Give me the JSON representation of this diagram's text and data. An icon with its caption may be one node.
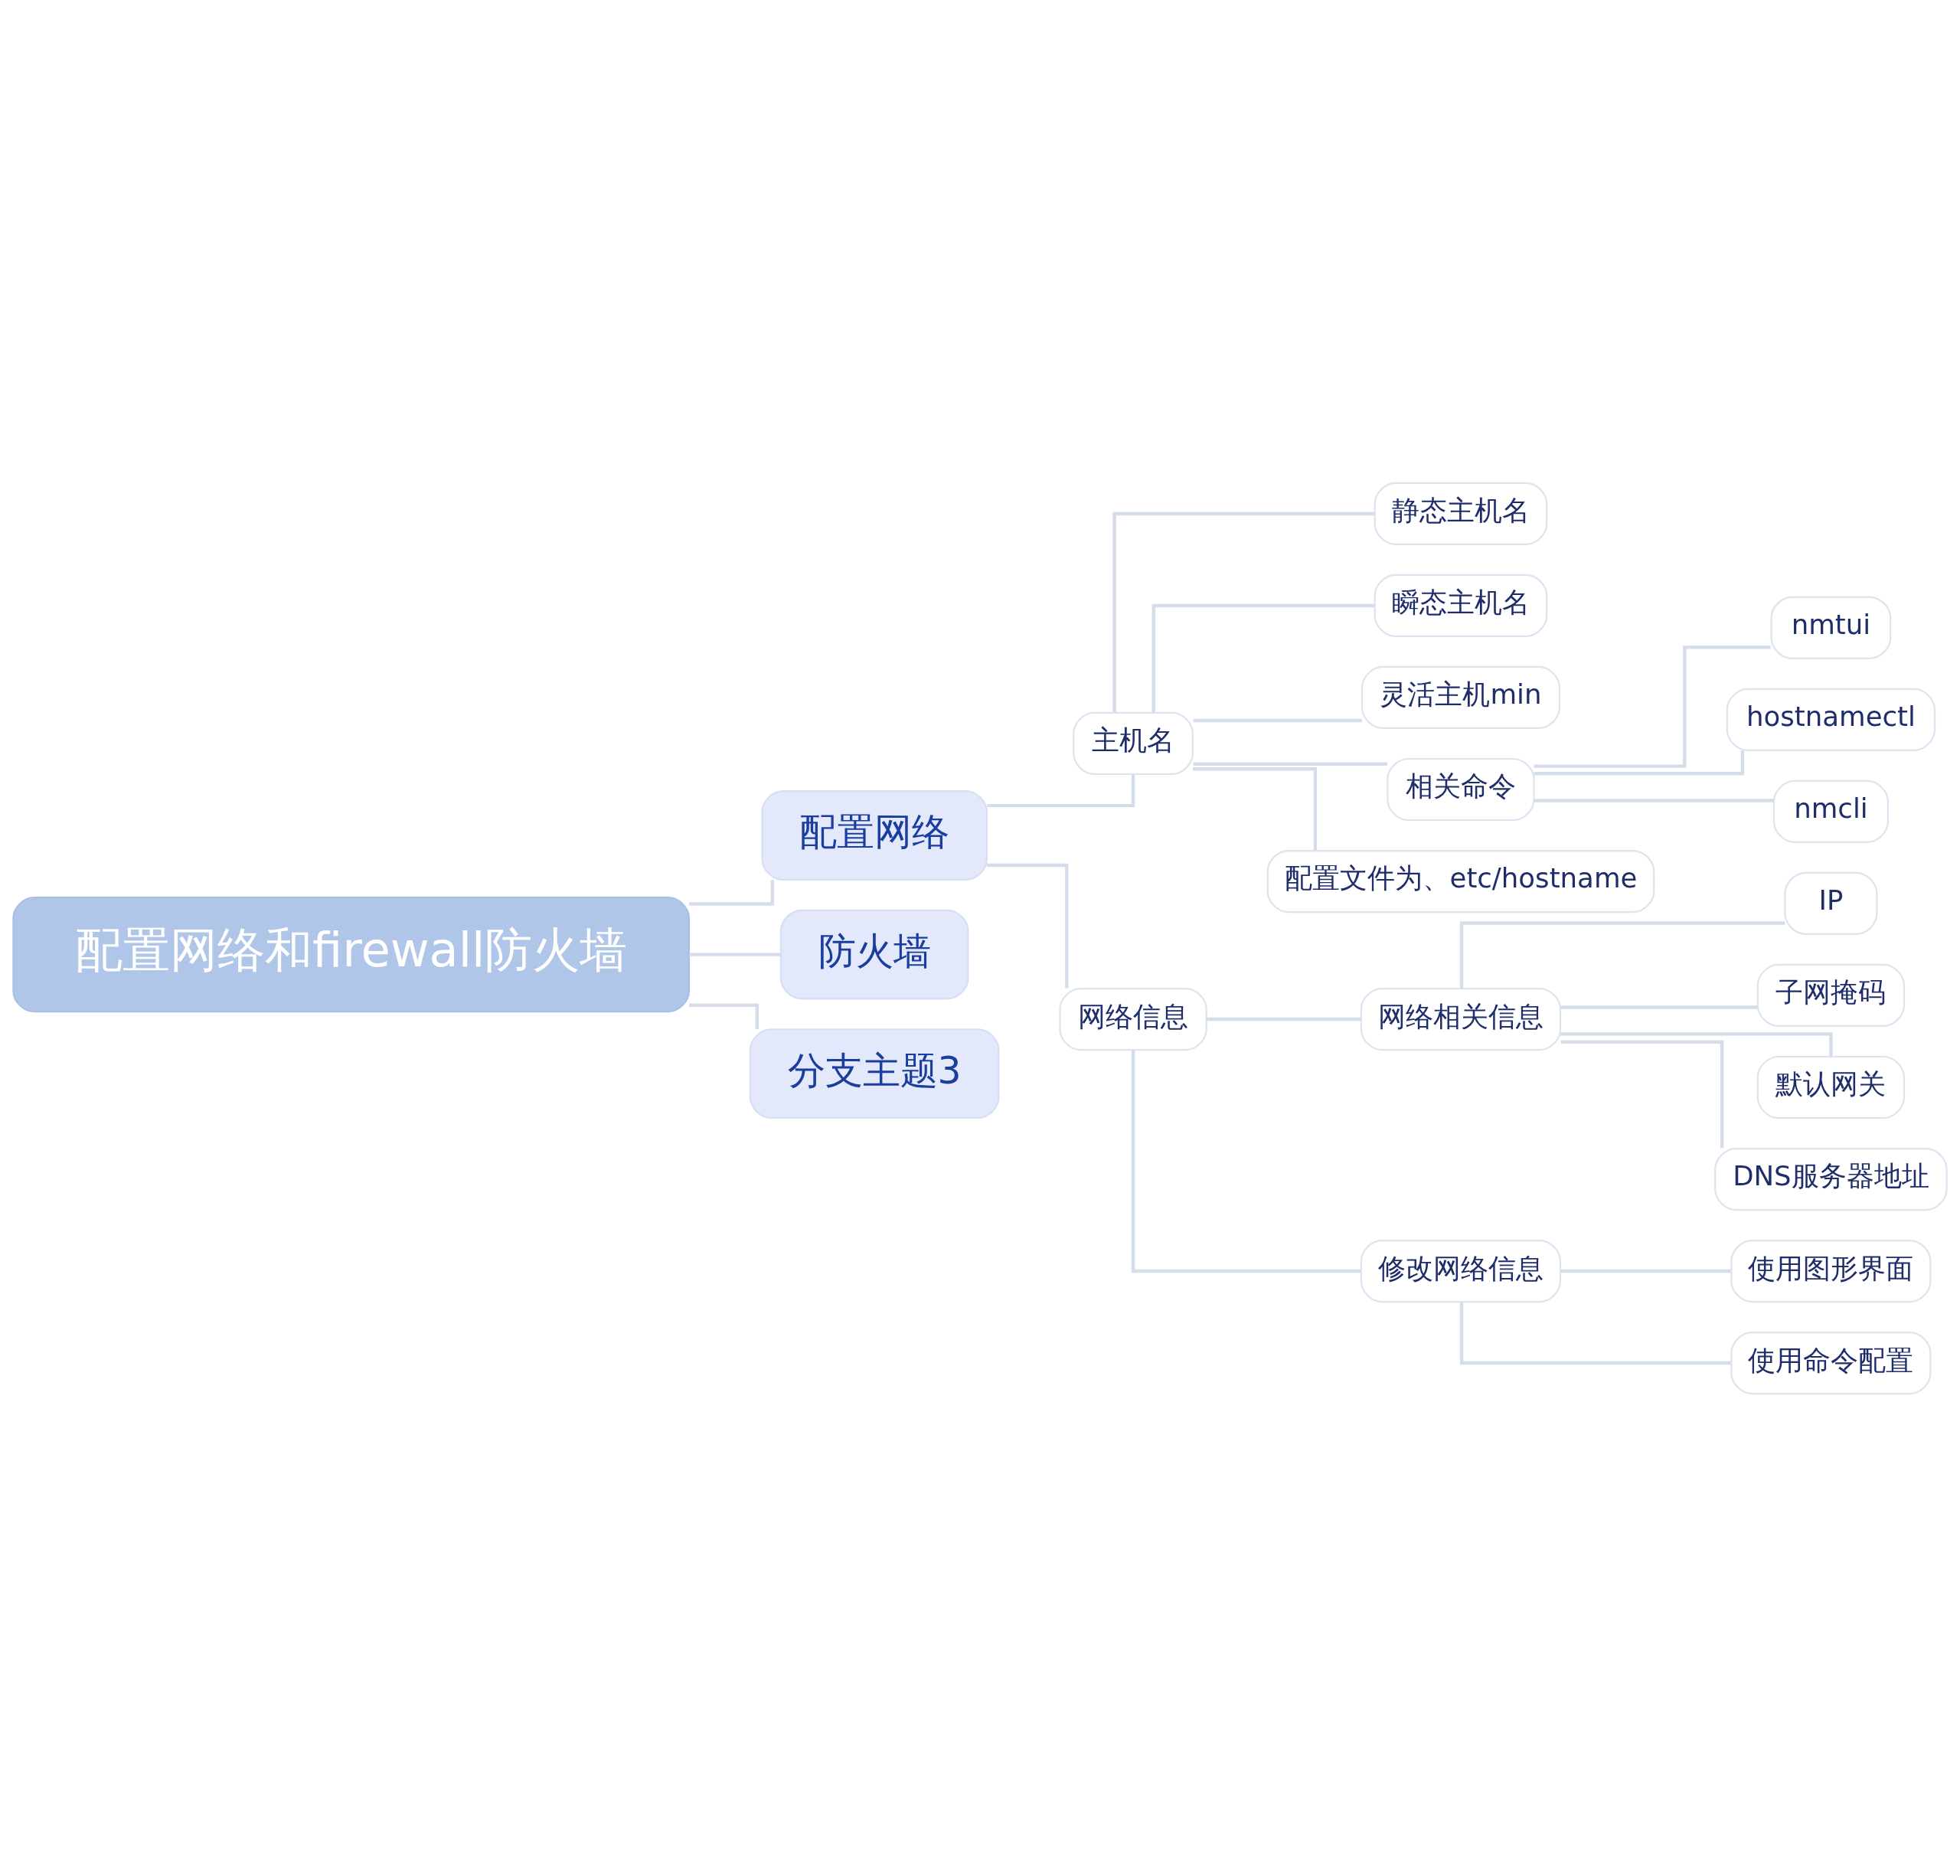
{
  "diagram": {
    "nodes": [
      {
        "text": [
          "配置网络和firewall防火墙"
        ]
      },
      {
        "text": [
          "配置网络"
        ]
      },
      {
        "text": [
          "主机名"
        ]
      },
      {
        "text": [
          "静态主机名"
        ]
      },
      {
        "text": [
          "瞬态主机名"
        ]
      },
      {
        "text": [
          "灵活主机min"
        ]
      },
      {
        "text": [
          "相关命令"
        ]
      },
      {
        "text": [
          "nmtui"
        ]
      },
      {
        "text": [
          "hostnamectl"
        ]
      },
      {
        "text": [
          "nmcli"
        ]
      },
      {
        "text": [
          "配置文件为、etc/hostname"
        ]
      },
      {
        "text": [
          "网络信息"
        ]
      },
      {
        "text": [
          "网络相关信息"
        ]
      },
      {
        "text": [
          "IP"
        ]
      },
      {
        "text": [
          "子网掩码"
        ]
      },
      {
        "text": [
          "默认网关"
        ]
      },
      {
        "text": [
          "DNS服务器地址"
        ]
      },
      {
        "text": [
          "修改网络信息"
        ]
      },
      {
        "text": [
          "使用图形界面"
        ]
      },
      {
        "text": [
          "使用命令配置"
        ]
      },
      {
        "text": [
          "防火墙"
        ]
      },
      {
        "text": [
          "分支主题3"
        ]
      }
    ],
    "edges": [
      {
        "from": 0,
        "to": 1,
        "arrow": "none"
      },
      {
        "from": 1,
        "to": 2,
        "arrow": "none"
      },
      {
        "from": 2,
        "to": 3,
        "arrow": "none"
      },
      {
        "from": 2,
        "to": 4,
        "arrow": "none"
      },
      {
        "from": 2,
        "to": 5,
        "arrow": "none"
      },
      {
        "from": 2,
        "to": 6,
        "arrow": "none"
      },
      {
        "from": 6,
        "to": 7,
        "arrow": "none"
      },
      {
        "from": 6,
        "to": 8,
        "arrow": "none"
      },
      {
        "from": 6,
        "to": 9,
        "arrow": "none"
      },
      {
        "from": 2,
        "to": 10,
        "arrow": "none"
      },
      {
        "from": 1,
        "to": 11,
        "arrow": "none"
      },
      {
        "from": 11,
        "to": 12,
        "arrow": "none"
      },
      {
        "from": 12,
        "to": 13,
        "arrow": "none"
      },
      {
        "from": 12,
        "to": 14,
        "arrow": "none"
      },
      {
        "from": 12,
        "to": 15,
        "arrow": "none"
      },
      {
        "from": 12,
        "to": 16,
        "arrow": "none"
      },
      {
        "from": 11,
        "to": 17,
        "arrow": "none"
      },
      {
        "from": 17,
        "to": 18,
        "arrow": "none"
      },
      {
        "from": 17,
        "to": 19,
        "arrow": "none"
      },
      {
        "from": 0,
        "to": 20,
        "arrow": "none"
      },
      {
        "from": 0,
        "to": 21,
        "arrow": "none"
      }
    ]
  }
}
